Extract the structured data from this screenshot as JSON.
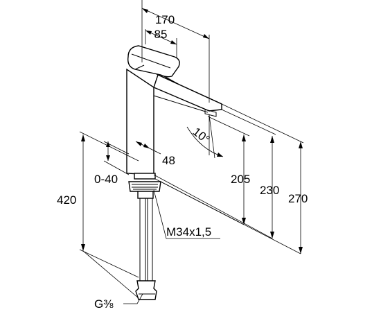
{
  "dimensions": {
    "total_reach": "170",
    "handle_offset": "85",
    "spout_angle": "10°",
    "clamp_thickness": "48",
    "adjust_range": "0-40",
    "total_length": "420",
    "spout_height": "205",
    "lever_height": "230",
    "total_height": "270",
    "thread_mount": "M34x1,5",
    "thread_hose": "G⅜"
  }
}
